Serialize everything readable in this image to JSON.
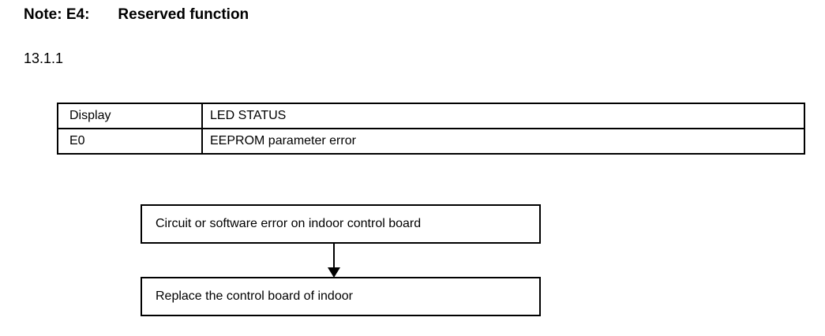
{
  "document": {
    "heading": {
      "prefix": "Note: E4:",
      "title": "Reserved function"
    },
    "section_number": "13.1.1"
  },
  "error_code_table": {
    "rows": [
      {
        "display": "Display",
        "status": "LED STATUS"
      },
      {
        "display": "E0",
        "status": "EEPROM parameter error"
      }
    ]
  },
  "troubleshooting_flowchart": {
    "cause": "Circuit or software error on indoor control board",
    "connector": "down-arrow",
    "solution": "Replace the control board of indoor"
  },
  "colors": {
    "background": "#ffffff",
    "text": "#000000",
    "border": "#000000"
  }
}
